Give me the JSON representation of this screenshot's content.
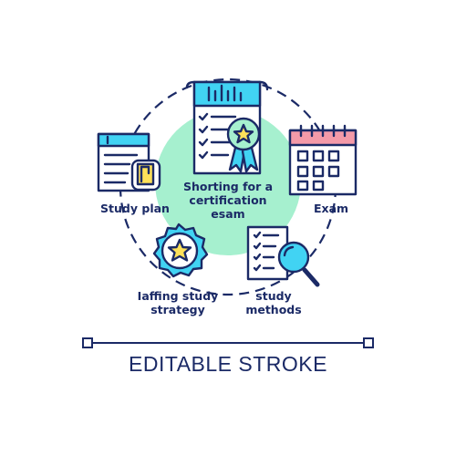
{
  "nodes": {
    "center": {
      "line1": "Shorting for a",
      "line2": "certification",
      "line3": "esam"
    },
    "study_plan": {
      "label": "Study plan"
    },
    "exam": {
      "label": "Exam"
    },
    "strategy": {
      "line1": "Iaffing study",
      "line2": "strategy"
    },
    "methods": {
      "line1": "study",
      "line2": "methods"
    }
  },
  "footer": {
    "title": "EDITABLE STROKE"
  },
  "colors": {
    "outline": "#1b2a66",
    "cyan": "#41d3f3",
    "mint": "#a6f0cf",
    "pink": "#f49aa8",
    "yellow": "#fde059",
    "white": "#ffffff"
  },
  "icons": [
    "certificate-document-icon",
    "browser-window-icon",
    "calendar-icon",
    "star-badge-icon",
    "checklist-magnifier-icon"
  ]
}
